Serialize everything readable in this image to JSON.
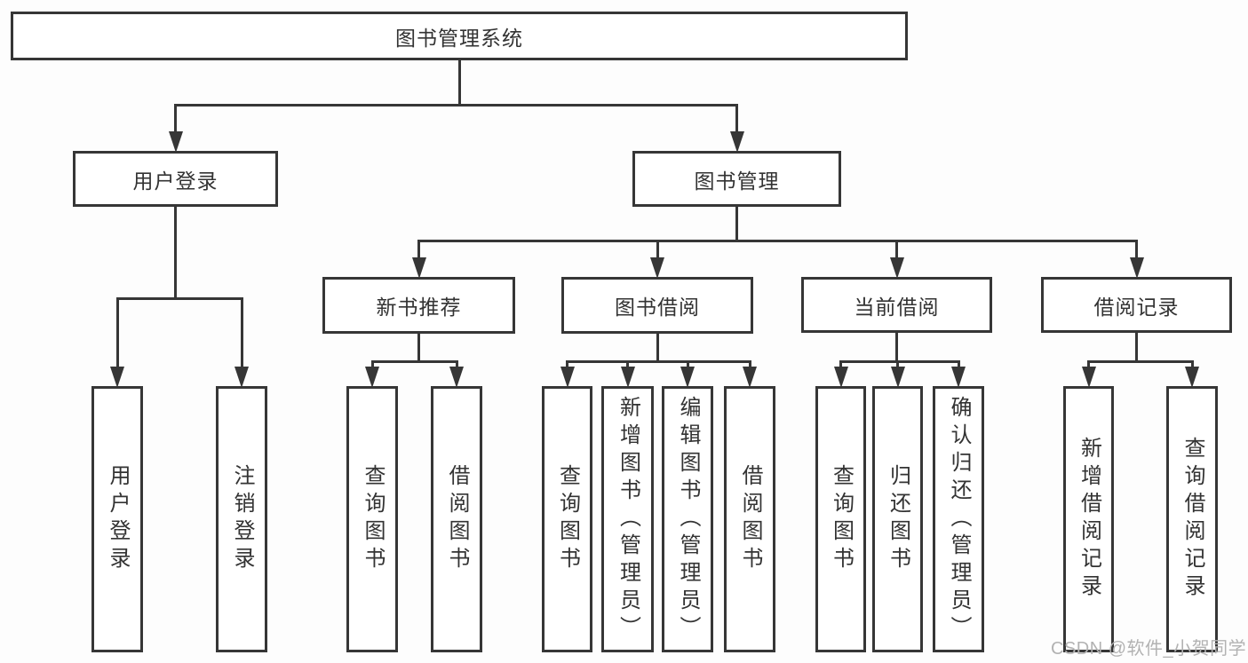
{
  "diagram": {
    "title": "图书管理系统",
    "tree": {
      "id": "root",
      "label": "图书管理系统",
      "children": [
        {
          "id": "user-login",
          "label": "用户登录",
          "children": [
            {
              "id": "leaf-user-login",
              "label": "用户登录"
            },
            {
              "id": "leaf-logout",
              "label": "注销登录"
            }
          ]
        },
        {
          "id": "book-mgmt",
          "label": "图书管理",
          "children": [
            {
              "id": "new-book-rec",
              "label": "新书推荐",
              "children": [
                {
                  "id": "nbr-query-books",
                  "label": "查询图书"
                },
                {
                  "id": "nbr-borrow-books",
                  "label": "借阅图书"
                }
              ]
            },
            {
              "id": "book-borrow",
              "label": "图书借阅",
              "children": [
                {
                  "id": "bb-query-books",
                  "label": "查询图书"
                },
                {
                  "id": "bb-add-books",
                  "label": "新增图书（管理员）"
                },
                {
                  "id": "bb-edit-books",
                  "label": "编辑图书（管理员）"
                },
                {
                  "id": "bb-borrow-books",
                  "label": "借阅图书"
                }
              ]
            },
            {
              "id": "current-borrow",
              "label": "当前借阅",
              "children": [
                {
                  "id": "cb-query-books",
                  "label": "查询图书"
                },
                {
                  "id": "cb-return-books",
                  "label": "归还图书"
                },
                {
                  "id": "cb-confirm-return",
                  "label": "确认归还（管理员）"
                }
              ]
            },
            {
              "id": "borrow-records",
              "label": "借阅记录",
              "children": [
                {
                  "id": "br-add-record",
                  "label": "新增借阅记录"
                },
                {
                  "id": "br-query-record",
                  "label": "查询借阅记录"
                }
              ]
            }
          ]
        }
      ]
    }
  },
  "watermark": {
    "text": "CSDN @软件_小贺同学"
  },
  "colors": {
    "line": "#363636",
    "text": "#333333",
    "box_fill": "#ffffff",
    "background": "#fdfdfd",
    "watermark": "#b2b2b2"
  }
}
